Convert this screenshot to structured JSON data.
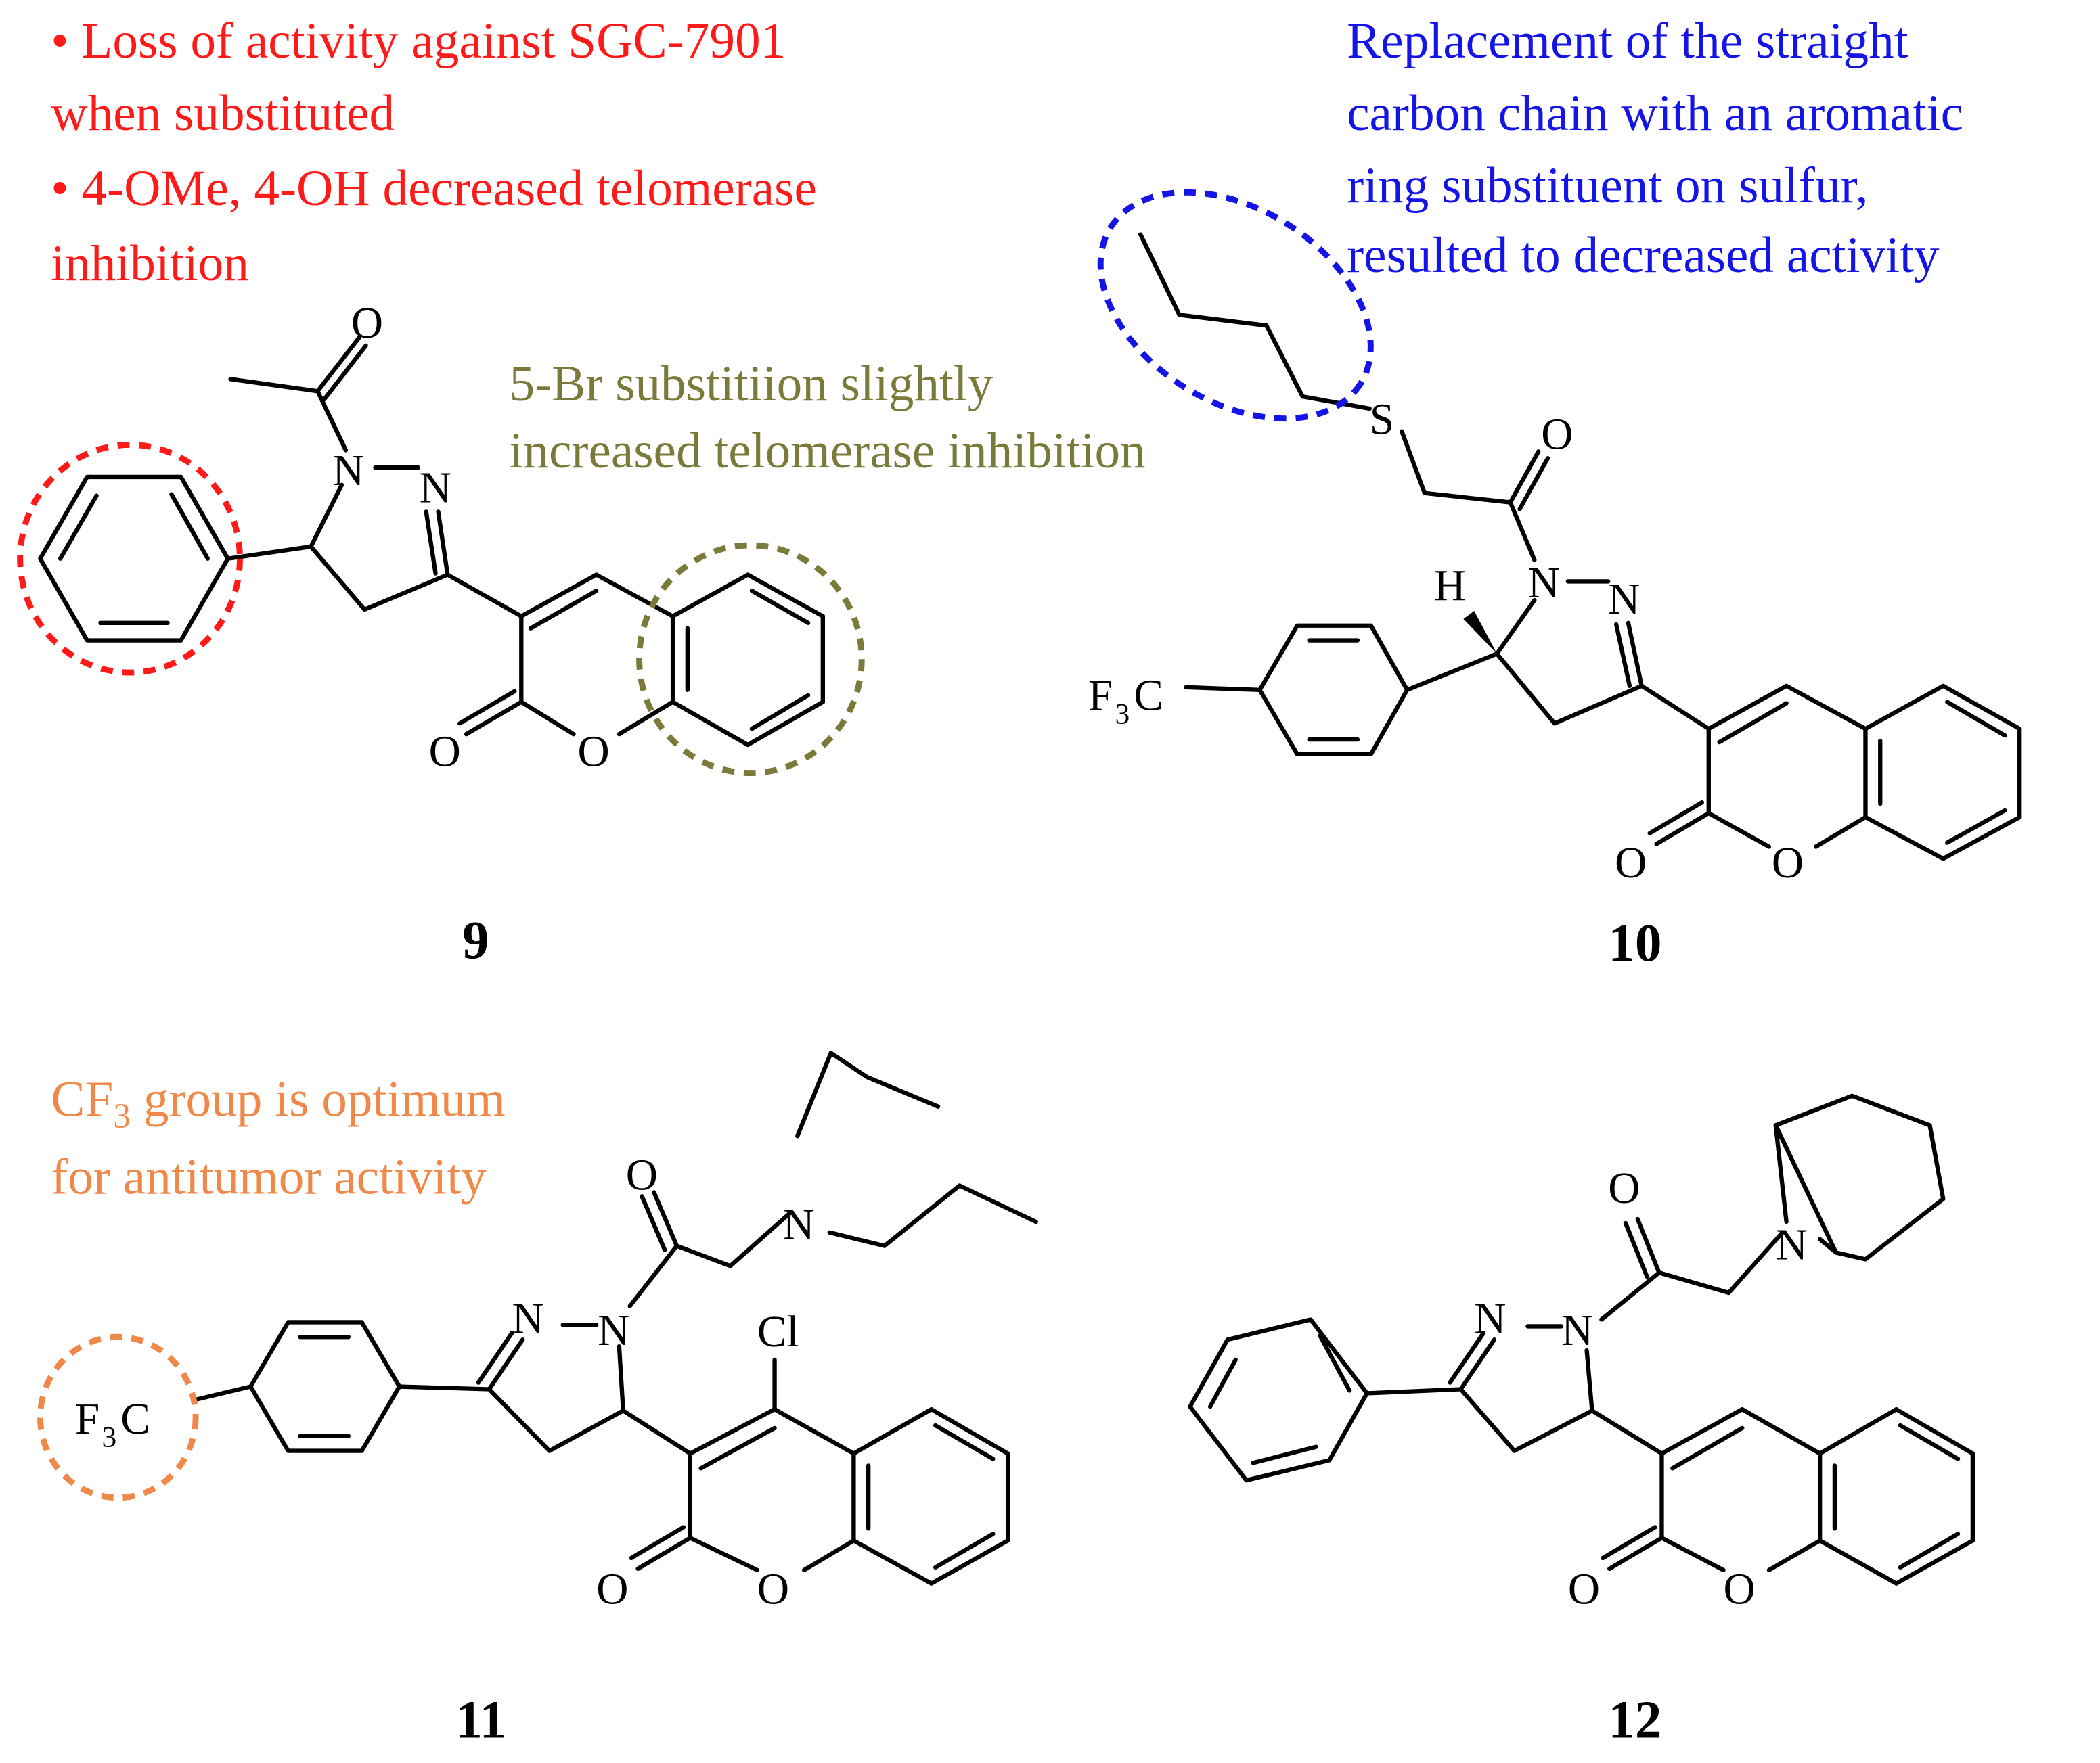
{
  "annotations": {
    "red_line1": "• Loss of activity against SGC-7901",
    "red_line2": "when substituted",
    "red_line3": "• 4-OMe, 4-OH decreased telomerase",
    "red_line4": "inhibition",
    "olive_line1": "5-Br substitiion slightly",
    "olive_line2": "increased telomerase inhibition",
    "blue_line1": "Replacement of the straight",
    "blue_line2": "carbon chain with an aromatic",
    "blue_line3": "ring substituent on sulfur,",
    "blue_line4": "resulted to decreased activity",
    "orange_line1_a": "CF",
    "orange_line1_sub": "3",
    "orange_line1_b": " group is optimum",
    "orange_line2": "for  antitumor activity"
  },
  "compounds": {
    "c9": "9",
    "c10": "10",
    "c11": "11",
    "c12": "12"
  },
  "atoms": {
    "O": "O",
    "N": "N",
    "S": "S",
    "H": "H",
    "Cl": "Cl",
    "F": "F",
    "C": "C",
    "three": "3"
  },
  "colors": {
    "red": "#ff1a1a",
    "blue": "#1414e6",
    "olive": "#7a7a3a",
    "orange": "#f0884a",
    "bond": "#000000"
  }
}
